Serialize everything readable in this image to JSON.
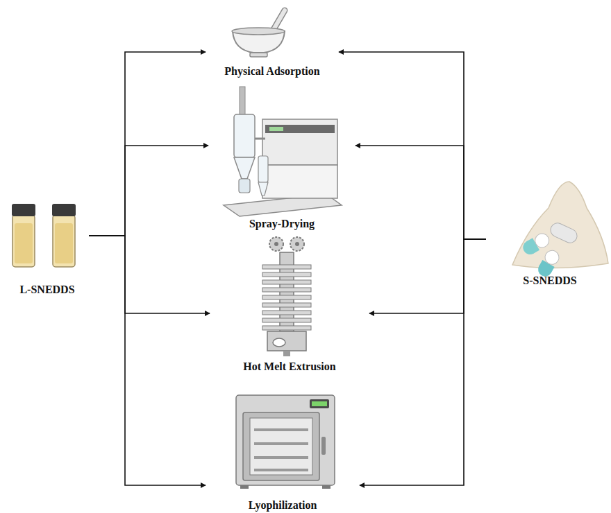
{
  "diagram": {
    "nodes": [
      {
        "text": [
          "L-SNEDDS"
        ]
      },
      {
        "text": [
          "Physical Adsorption"
        ]
      },
      {
        "text": [
          "Spray-Drying"
        ]
      },
      {
        "text": [
          "Hot Melt Extrusion"
        ]
      },
      {
        "text": [
          "Lyophilization"
        ]
      },
      {
        "text": [
          "S-SNEDDS"
        ]
      }
    ],
    "edges": [
      {
        "from": 0,
        "to": 1,
        "arrow": "to"
      },
      {
        "from": 0,
        "to": 2,
        "arrow": "to"
      },
      {
        "from": 0,
        "to": 3,
        "arrow": "to"
      },
      {
        "from": 0,
        "to": 4,
        "arrow": "to"
      },
      {
        "from": 5,
        "to": 1,
        "arrow": "to"
      },
      {
        "from": 5,
        "to": 2,
        "arrow": "to"
      },
      {
        "from": 5,
        "to": 3,
        "arrow": "to"
      },
      {
        "from": 5,
        "to": 4,
        "arrow": "to"
      }
    ]
  }
}
